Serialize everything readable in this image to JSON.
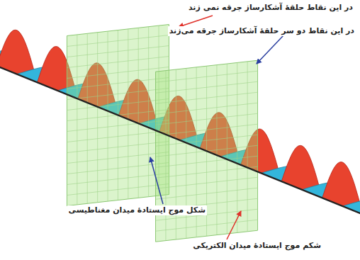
{
  "diagram": {
    "labels": [
      "در این نقاط حلقهٔ آشکارساز جرقه نمی زند",
      "در این نقاط دو سر حلقهٔ آشکارساز جرقه می‌زند",
      "شکل موج ایستادهٔ میدان مغناطیسی",
      "شکم موج ایستادهٔ میدان الکتریکی"
    ]
  }
}
